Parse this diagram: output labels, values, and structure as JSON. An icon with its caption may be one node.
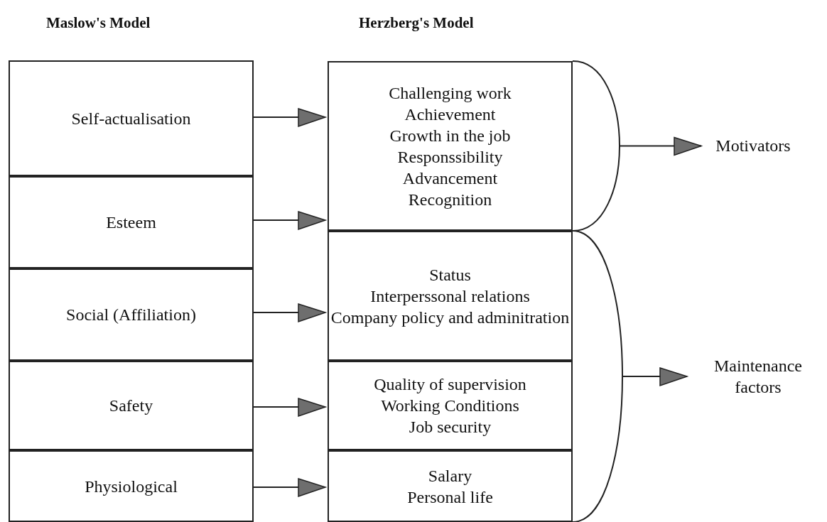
{
  "diagram": {
    "nodes": [
      {
        "text": [
          "Self-actualisation"
        ]
      },
      {
        "text": [
          "Esteem"
        ]
      },
      {
        "text": [
          "Social (Affiliation)"
        ]
      },
      {
        "text": [
          "Safety"
        ]
      },
      {
        "text": [
          "Physiological"
        ]
      },
      {
        "text": [
          "Challenging work",
          "Achievement",
          "Growth in the job",
          "Responssibility",
          "Advancement",
          "Recognition"
        ]
      },
      {
        "text": [
          "Status",
          "Interperssonal relations",
          "Company policy and adminitration"
        ]
      },
      {
        "text": [
          "Quality of supervision",
          "Working Conditions",
          "Job security"
        ]
      },
      {
        "text": [
          "Salary",
          "Personal life"
        ]
      },
      {
        "text": [
          "Motivators"
        ]
      },
      {
        "text": [
          "Maintenance factors"
        ]
      },
      {
        "text": [],
        "shape": "bracket"
      },
      {
        "text": [],
        "shape": "bracket"
      }
    ],
    "edges": [
      {
        "from": 0,
        "to": 5,
        "arrow": "to"
      },
      {
        "from": 1,
        "to": 5,
        "arrow": "to"
      },
      {
        "from": 2,
        "to": 6,
        "arrow": "to"
      },
      {
        "from": 3,
        "to": 7,
        "arrow": "to"
      },
      {
        "from": 4,
        "to": 8,
        "arrow": "to"
      },
      {
        "from": 11,
        "to": 9,
        "arrow": "to"
      },
      {
        "from": 12,
        "to": 10,
        "arrow": "to"
      }
    ],
    "labels": [
      "Maslow's Model",
      "Herzberg's Model"
    ]
  }
}
